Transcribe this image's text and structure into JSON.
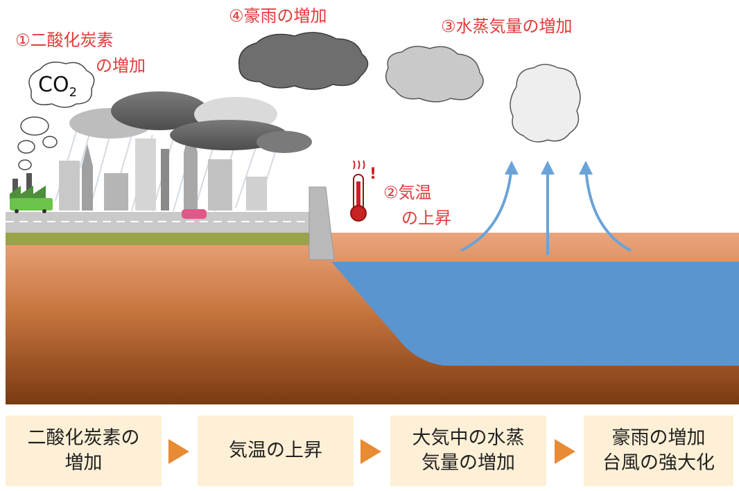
{
  "labels": {
    "co2_increase_line1": "①二酸化炭素",
    "co2_increase_line2": "の増加",
    "heavy_rain": "④豪雨の増加",
    "water_vapor": "③水蒸気量の増加",
    "temp_rise_line1": "②気温",
    "temp_rise_line2": "の上昇",
    "co2_text": "CO",
    "co2_sub": "2"
  },
  "flow": [
    {
      "line1": "二酸化炭素の",
      "line2": "増加"
    },
    {
      "line1": "気温の上昇",
      "line2": ""
    },
    {
      "line1": "大気中の水蒸",
      "line2": "気量の増加"
    },
    {
      "line1": "豪雨の増加",
      "line2": "台風の強大化"
    }
  ],
  "colors": {
    "label_red": "#e23a3a",
    "sea_blue": "#5a95d0",
    "arrow_orange": "#e98a34",
    "box_bg": "#fdf0d6",
    "ground_top": "#e8a27a",
    "ground_bottom": "#7a3a12"
  }
}
